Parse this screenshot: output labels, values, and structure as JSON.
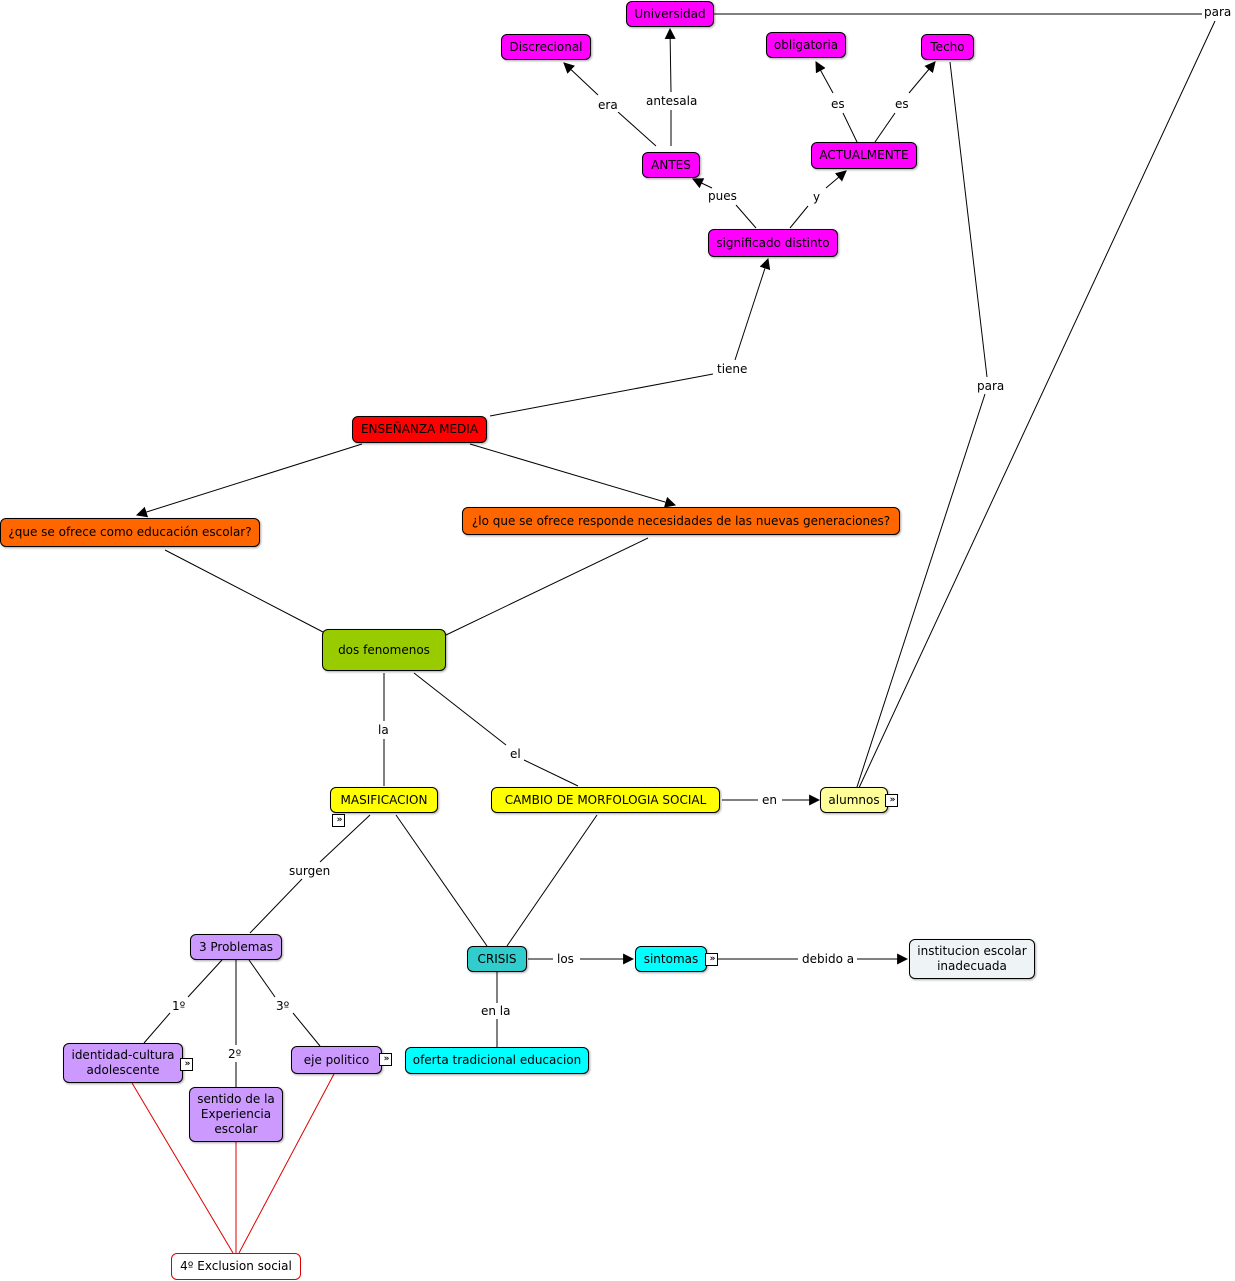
{
  "colors": {
    "magenta": "#ff00ff",
    "red": "#ff0000",
    "orange": "#ff6600",
    "green": "#99cc00",
    "yellow": "#ffff00",
    "pale_yellow": "#ffff99",
    "purple": "#cc99ff",
    "teal": "#33cccc",
    "cyan": "#00ffff",
    "pale_gray": "#eef3f5",
    "exclusion_border": "#dd0000"
  },
  "nodes": {
    "universidad": "Universidad",
    "discrecional": "Discrecional",
    "obligatoria": "obligatoria",
    "techo": "Techo",
    "antes": "ANTES",
    "actualmente": "ACTUALMENTE",
    "significado": "significado distinto",
    "ensenanza": "ENSEÑANZA MEDIA",
    "que_ofrece": "¿que se ofrece como educación escolar?",
    "lo_que_ofrece": "¿lo que se ofrece responde necesidades de las nuevas generaciones?",
    "dos_fenomenos": "dos fenomenos",
    "masificacion": "MASIFICACION",
    "cambio": "CAMBIO DE MORFOLOGIA SOCIAL",
    "alumnos": "alumnos",
    "tres_problemas": "3 Problemas",
    "crisis": "CRISIS",
    "sintomas": "sintomas",
    "institucion": "institucion escolar inadecuada",
    "identidad": "identidad-cultura adolescente",
    "sentido": "sentido de la Experiencia escolar",
    "eje": "eje politico",
    "oferta": "oferta tradicional educacion",
    "exclusion": "4º Exclusion social"
  },
  "labels": {
    "para_top": "para",
    "era": "era",
    "antesala": "antesala",
    "es_1": "es",
    "es_2": "es",
    "pues": "pues",
    "y": "y",
    "tiene": "tiene",
    "para_mid": "para",
    "la": "la",
    "el": "el",
    "en": "en",
    "surgen": "surgen",
    "los": "los",
    "debido_a": "debido a",
    "uno": "1º",
    "dos": "2º",
    "tres": "3º",
    "en_la": "en la"
  },
  "expand_marker": "»"
}
